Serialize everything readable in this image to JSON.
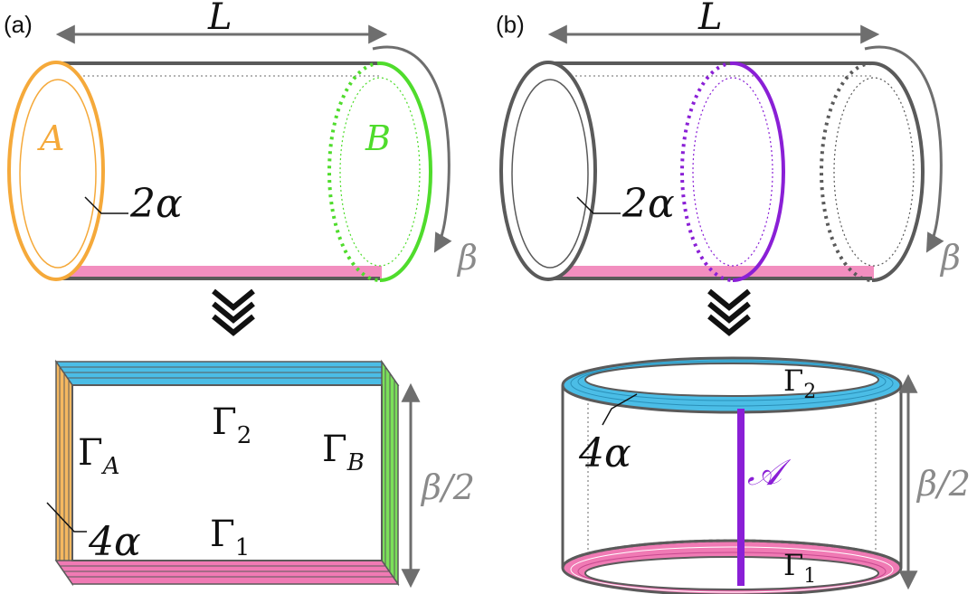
{
  "panel_a": {
    "label": "(a)",
    "length_label": "L",
    "region_a_label": "A",
    "region_b_label": "B",
    "width_label": "2α",
    "beta_label": "β",
    "gamma_a_base": "Γ",
    "gamma_a_sub": "A",
    "gamma_b_base": "Γ",
    "gamma_b_sub": "B",
    "gamma_1_base": "Γ",
    "gamma_1_sub": "1",
    "gamma_2_base": "Γ",
    "gamma_2_sub": "2",
    "thickness_label": "4α",
    "height_label": "β/2"
  },
  "panel_b": {
    "label": "(b)",
    "length_label": "L",
    "width_label": "2α",
    "beta_label": "β",
    "gamma_1_base": "Γ",
    "gamma_1_sub": "1",
    "gamma_2_base": "Γ",
    "gamma_2_sub": "2",
    "thickness_label": "4α",
    "region_label": "𝒜",
    "height_label": "β/2"
  },
  "colors": {
    "region_a": "#f5a93a",
    "region_b": "#4fdc2c",
    "region_b_panel": "#8a1fd6",
    "gamma_1": "#f07ab4",
    "gamma_2": "#4bbde6",
    "outline": "#5a5a5a",
    "arrow": "#6e6e6e"
  },
  "icons": {
    "transform_arrow": "triple-chevron-down-icon"
  }
}
